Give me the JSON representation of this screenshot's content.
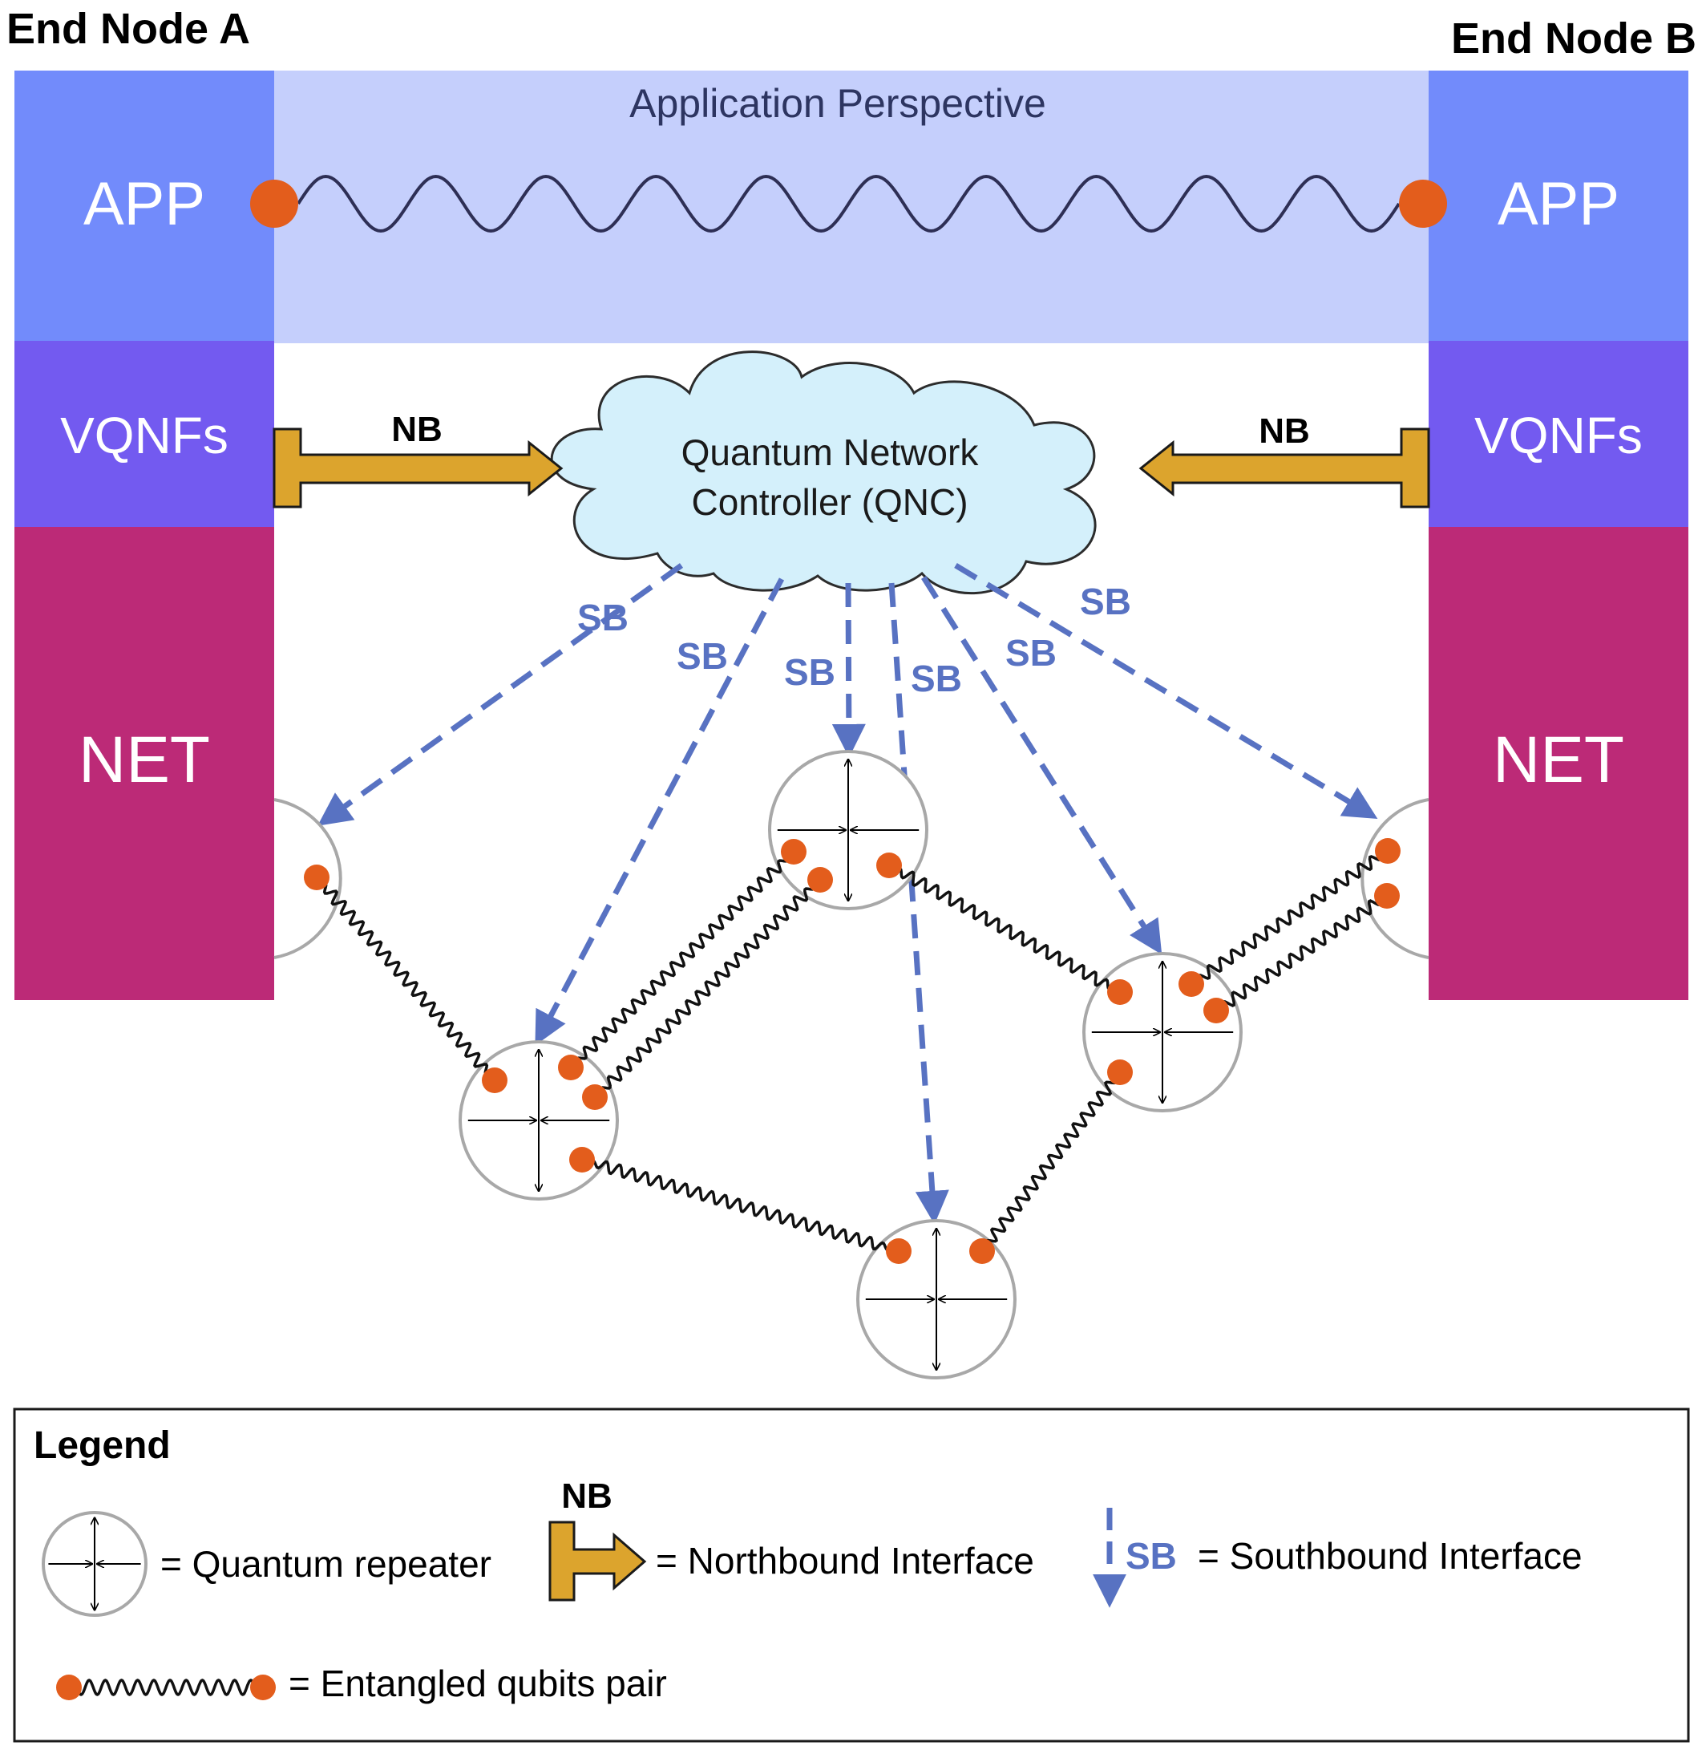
{
  "nodes": {
    "a_title": "End Node A",
    "b_title": "End Node B",
    "app_label": "APP",
    "vqnfs_label": "VQNFs",
    "net_label": "NET"
  },
  "app_perspective": "Application Perspective",
  "qnc": {
    "line1": "Quantum Network",
    "line2": "Controller (QNC)"
  },
  "interfaces": {
    "nb_label": "NB",
    "sb_label": "SB"
  },
  "legend": {
    "title": "Legend",
    "repeater": "= Quantum repeater",
    "nb_label": "NB",
    "northbound": "= Northbound Interface",
    "sb_label": "SB",
    "southbound": "= Southbound Interface",
    "entangled": "= Entangled qubits pair"
  },
  "colors": {
    "app": "#728bfb",
    "app_perspective": "#c5cffc",
    "vqnfs": "#735af0",
    "net": "#bc2a77",
    "qubit": "#e35d1c",
    "nb_arrow": "#dca42d",
    "sb_arrow": "#5872c2",
    "cloud": "#d4f0fb",
    "repeater_outline": "#a8a8a8"
  }
}
